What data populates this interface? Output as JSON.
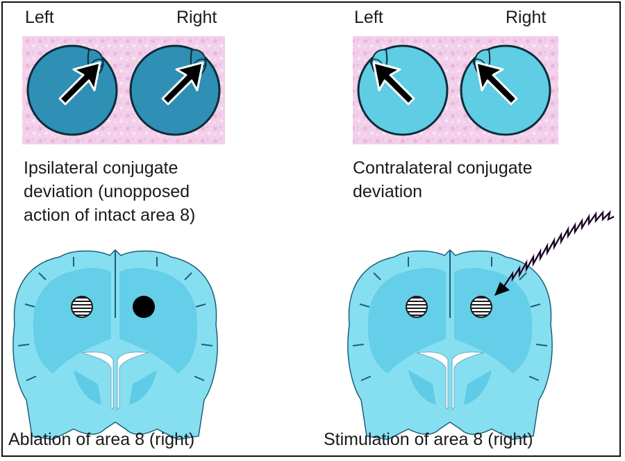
{
  "panels": {
    "top_left": {
      "left_label": "Left",
      "right_label": "Right",
      "caption_lines": [
        "Ipsilateral conjugate",
        "deviation (unopposed",
        "action of intact area 8)"
      ]
    },
    "top_right": {
      "left_label": "Left",
      "right_label": "Right",
      "caption_lines": [
        "Contralateral conjugate",
        "deviation"
      ]
    },
    "bottom_left": {
      "caption": "Ablation of area 8 (right)"
    },
    "bottom_right": {
      "caption": "Stimulation of area 8 (right)"
    }
  },
  "colors": {
    "eye_dark": "#2f8fb4",
    "eye_light": "#5fcde3",
    "brain_outer": "#86dff0",
    "brain_inner": "#5fcbe6",
    "pink_bg": "#f3cfe9",
    "lesion": "#000000"
  }
}
